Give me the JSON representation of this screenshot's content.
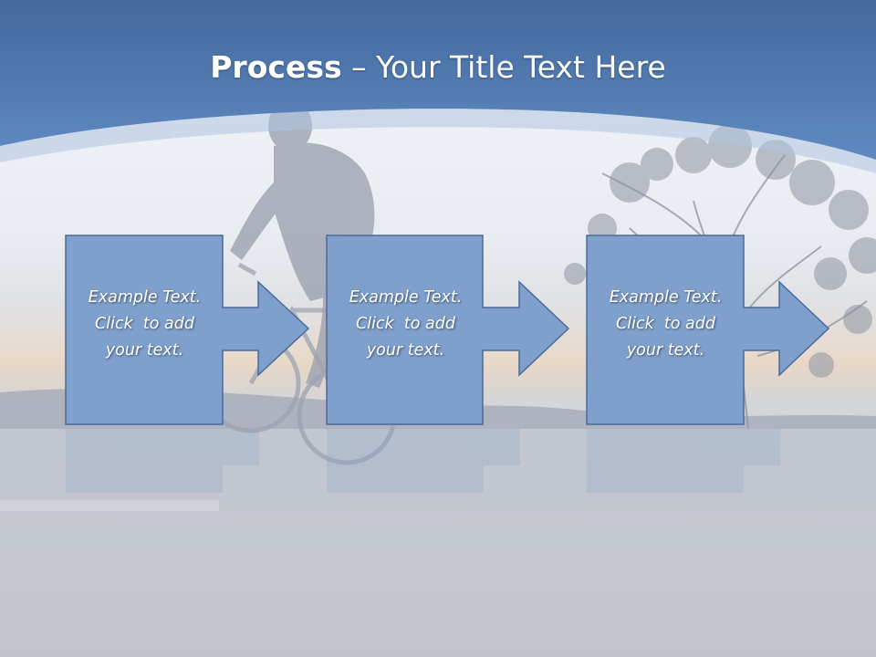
{
  "title": {
    "bold": "Process",
    "rest": " – Your Title Text Here"
  },
  "steps": [
    {
      "lines": [
        "Example Text.",
        "Click  to add",
        "your text."
      ]
    },
    {
      "lines": [
        "Example Text.",
        "Click  to add",
        "your text."
      ]
    },
    {
      "lines": [
        "Example Text.",
        "Click  to add",
        "your text."
      ]
    }
  ],
  "colors": {
    "header": "#4f79b0",
    "box_fill": "#7fa0cc",
    "box_stroke": "#4a6a98",
    "text": "#ffffff"
  }
}
